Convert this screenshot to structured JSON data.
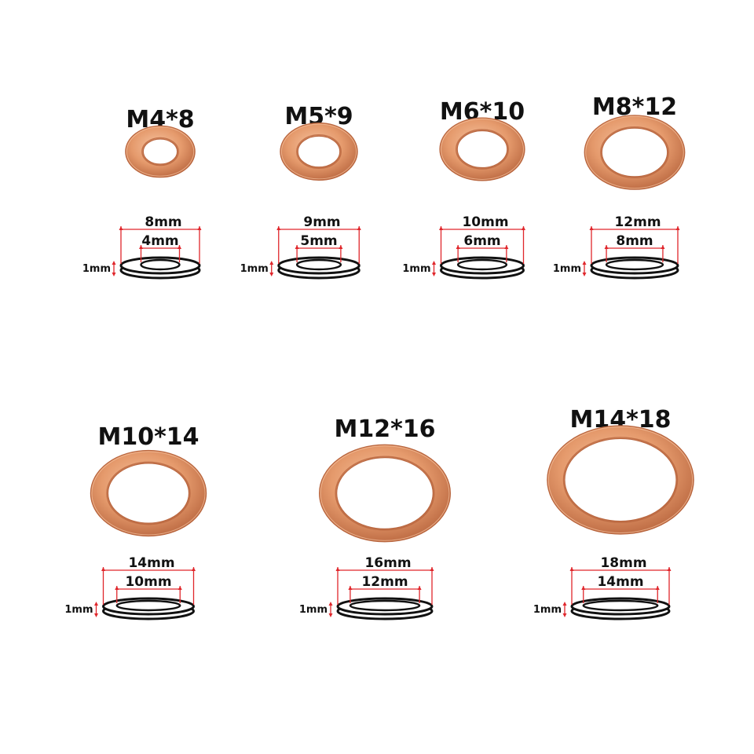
{
  "colors": {
    "copper_light": "#f6c3a0",
    "copper_mid": "#e59a6c",
    "copper_dark": "#b8653e",
    "dimension_line": "#e0262b",
    "text": "#111111"
  },
  "washers": [
    {
      "label": "M4*8",
      "outer_mm": 8,
      "inner_mm": 4,
      "outer_text": "8mm",
      "inner_text": "4mm",
      "thickness_text": "1mm"
    },
    {
      "label": "M5*9",
      "outer_mm": 9,
      "inner_mm": 5,
      "outer_text": "9mm",
      "inner_text": "5mm",
      "thickness_text": "1mm"
    },
    {
      "label": "M6*10",
      "outer_mm": 10,
      "inner_mm": 6,
      "outer_text": "10mm",
      "inner_text": "6mm",
      "thickness_text": "1mm"
    },
    {
      "label": "M8*12",
      "outer_mm": 12,
      "inner_mm": 8,
      "outer_text": "12mm",
      "inner_text": "8mm",
      "thickness_text": "1mm"
    },
    {
      "label": "M10*14",
      "outer_mm": 14,
      "inner_mm": 10,
      "outer_text": "14mm",
      "inner_text": "10mm",
      "thickness_text": "1mm"
    },
    {
      "label": "M12*16",
      "outer_mm": 16,
      "inner_mm": 12,
      "outer_text": "16mm",
      "inner_text": "12mm",
      "thickness_text": "1mm"
    },
    {
      "label": "M14*18",
      "outer_mm": 18,
      "inner_mm": 14,
      "outer_text": "18mm",
      "inner_text": "14mm",
      "thickness_text": "1mm"
    }
  ]
}
